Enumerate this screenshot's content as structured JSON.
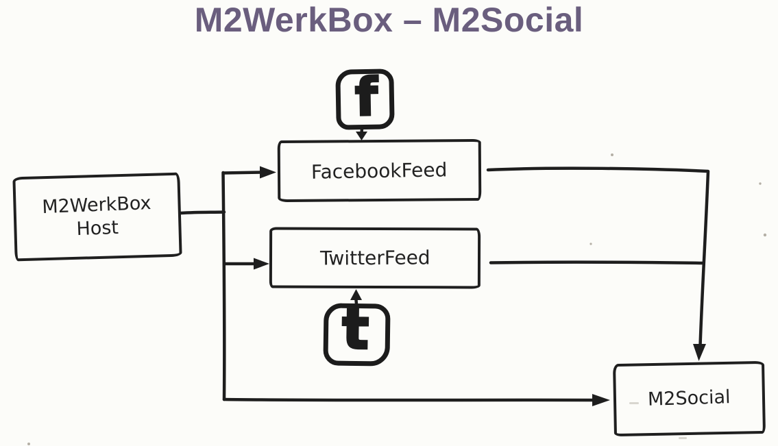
{
  "title": "M2WerkBox – M2Social",
  "colors": {
    "title_text": "#6a5e7e",
    "ink": "#1e1e1e",
    "paper": "#fcfcf9"
  },
  "nodes": {
    "host": {
      "label": "M2WerkBox\nHost"
    },
    "facebook_feed": {
      "label": "FacebookFeed"
    },
    "twitter_feed": {
      "label": "TwitterFeed"
    },
    "m2social": {
      "label": "M2Social"
    }
  },
  "icons": {
    "facebook": {
      "name": "facebook-icon",
      "glyph": "f"
    },
    "twitter": {
      "name": "twitter-icon",
      "glyph": "t"
    }
  },
  "edges": [
    {
      "from": "M2WerkBox Host",
      "to": "FacebookFeed",
      "arrow": true
    },
    {
      "from": "M2WerkBox Host",
      "to": "TwitterFeed",
      "arrow": true
    },
    {
      "from": "M2WerkBox Host",
      "to": "M2Social",
      "arrow": true
    },
    {
      "from": "FacebookFeed",
      "to": "M2Social",
      "arrow": true
    },
    {
      "from": "TwitterFeed",
      "to": "M2Social",
      "arrow": true
    },
    {
      "from": "facebook-icon",
      "to": "FacebookFeed",
      "arrow": true
    },
    {
      "from": "twitter-icon",
      "to": "TwitterFeed",
      "arrow": true
    }
  ]
}
